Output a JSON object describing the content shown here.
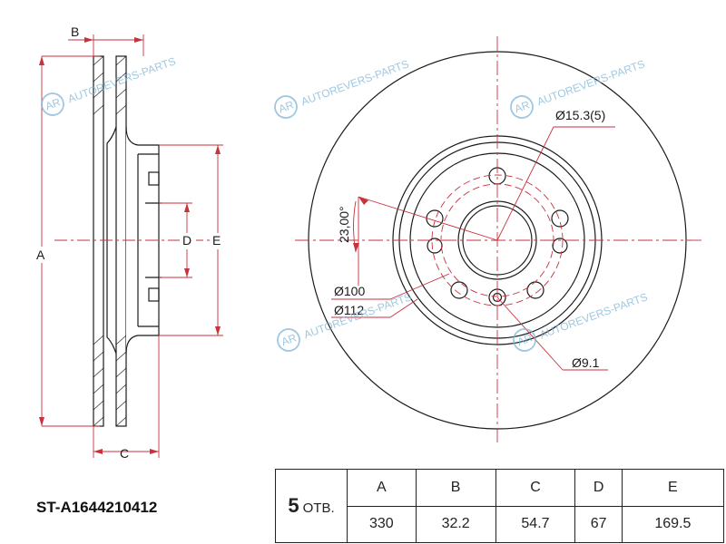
{
  "title": "ST-A1644210412",
  "watermark": "AUTOREVERS-PARTS",
  "watermark_logo": "AR",
  "dimension_letters": {
    "A": "A",
    "B": "B",
    "C": "C",
    "D": "D",
    "E": "E"
  },
  "front_view_labels": {
    "bolt_hole_dia": "Ø15.3(5)",
    "angle": "23,00°",
    "pcd": "Ø100",
    "center_dia": "Ø112",
    "small_hole": "Ø9.1"
  },
  "spec_table": {
    "holes_count": "5",
    "holes_suffix": "ОТВ.",
    "headers": [
      "A",
      "B",
      "C",
      "D",
      "E"
    ],
    "values": [
      "330",
      "32.2",
      "54.7",
      "67",
      "169.5"
    ]
  },
  "colors": {
    "line": "#1a1a1a",
    "dimension": "#c8323c",
    "watermark": "#7fb6d6"
  }
}
